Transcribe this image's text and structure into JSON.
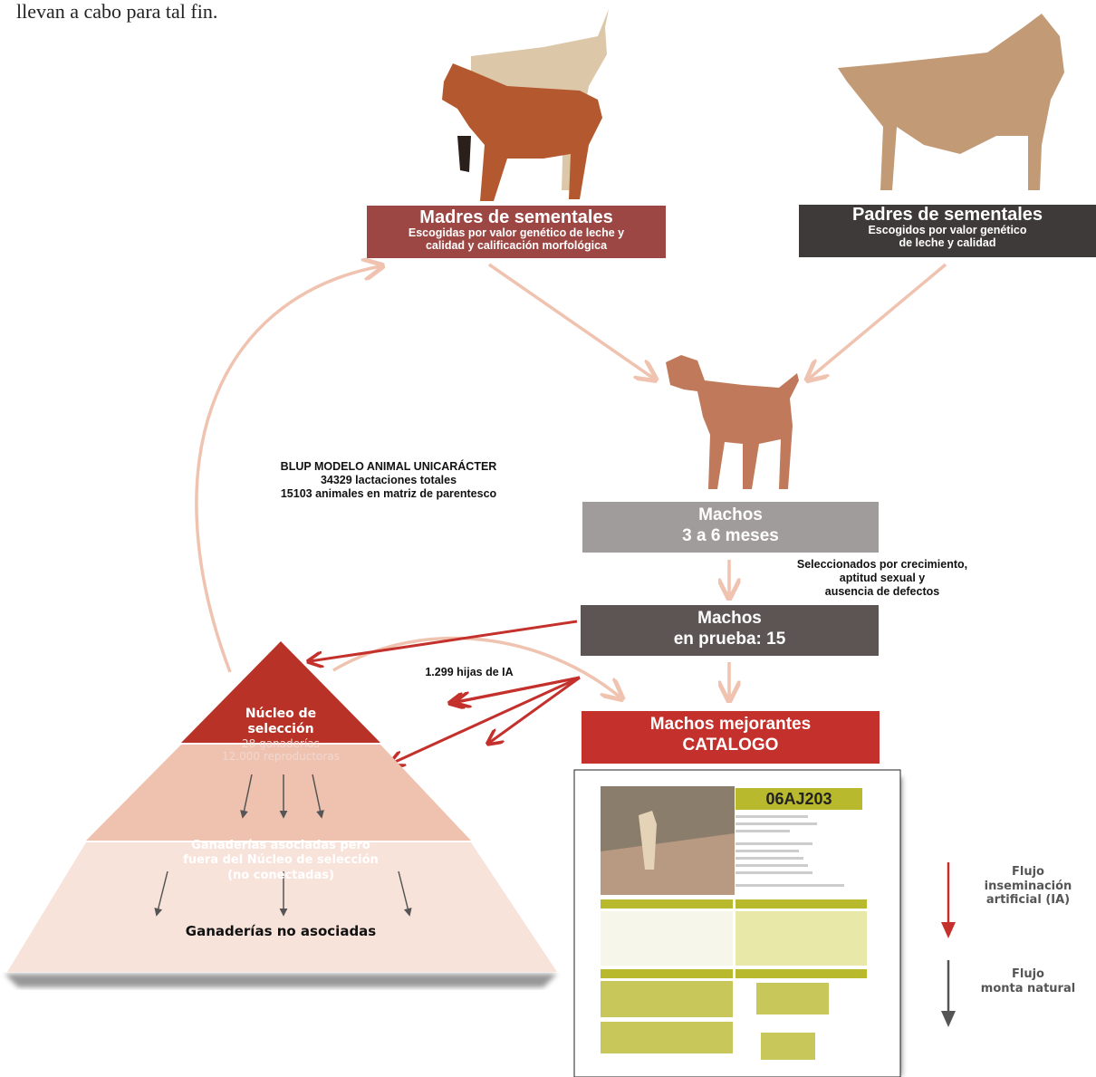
{
  "intro_text": "llevan a cabo para tal fin.",
  "madres": {
    "title": "Madres de sementales",
    "subtitle_1": "Escogidas por valor genético de leche y",
    "subtitle_2": "calidad y calificación morfológica"
  },
  "padres": {
    "title": "Padres de sementales",
    "subtitle_1": "Escogidos por valor genético",
    "subtitle_2": "de leche y calidad"
  },
  "blup": {
    "line1": "BLUP MODELO ANIMAL UNICARÁCTER",
    "line2": "34329 lactaciones totales",
    "line3": "15103 animales en matriz de parentesco"
  },
  "machos_joven": {
    "line1": "Machos",
    "line2": "3 a 6 meses"
  },
  "seleccion_note": {
    "line1": "Seleccionados por crecimiento,",
    "line2": "aptitud sexual y",
    "line3": "ausencia de  defectos"
  },
  "machos_prueba": {
    "line1": "Machos",
    "line2": "en prueba: 15"
  },
  "hijas_ia": "1.299 hijas de IA",
  "machos_mejorantes": {
    "line1": "Machos mejorantes",
    "line2": "CATALOGO"
  },
  "nucleo": {
    "title_1": "Núcleo de",
    "title_2": "selección",
    "line1": "28 ganaderías",
    "line2": "12.000 reproductoras"
  },
  "asociadas": {
    "line1": "Ganaderías asociadas pero",
    "line2": "fuera del Núcleo de selección",
    "line3": "(no conectadas)"
  },
  "no_asociadas": "Ganaderías no asociadas",
  "legend": {
    "ia": {
      "line1": "Flujo",
      "line2": "inseminación",
      "line3": "artificial (IA)",
      "color": "#c4302b"
    },
    "monta": {
      "line1": "Flujo",
      "line2": "monta natural",
      "color": "#555555"
    }
  },
  "catalog": {
    "code": "06AJ203"
  },
  "colors": {
    "arrow_light": "#efc3b0",
    "arrow_red": "#c4302b",
    "arrow_grey": "#555555",
    "pyr_top": "#b93227",
    "pyr_mid": "#efc2b0",
    "pyr_bottom": "#f8e3db"
  }
}
